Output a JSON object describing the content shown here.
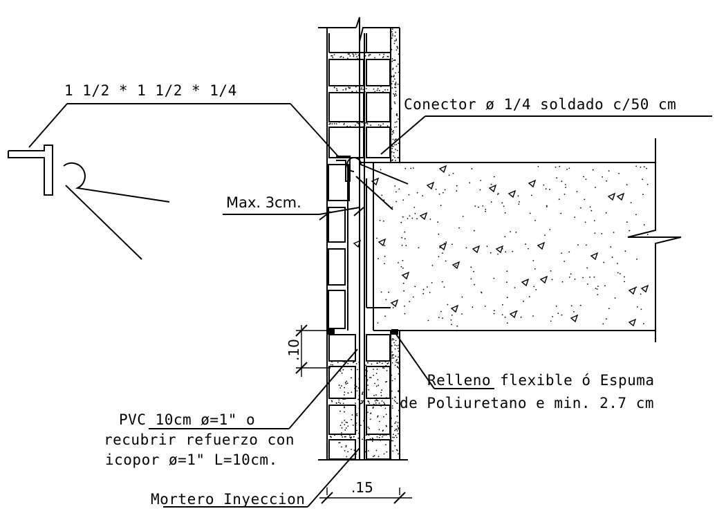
{
  "labels": {
    "angle_profile": "1 1/2 * 1 1/2 * 1/4",
    "connector": "Conector ø 1/4 soldado c/50 cm",
    "max_gap": "Max. 3cm.",
    "flex_fill_line1": "Relleno flexible ó Espuma",
    "flex_fill_line2": "de Poliuretano e min. 2.7 cm",
    "pvc_line1": "PVC 10cm ø=1\" o",
    "pvc_line2": "recubrir refuerzo con",
    "pvc_line3": "icopor ø=1\" L=10cm.",
    "mortar": "Mortero Inyeccion",
    "dim_height": ".10",
    "dim_width": ".15"
  }
}
